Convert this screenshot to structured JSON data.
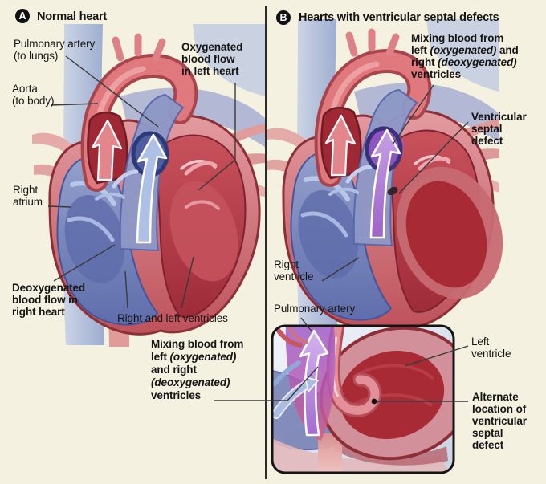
{
  "figure": {
    "background": "#F5F1E0",
    "divider_color": "#2B2B2B"
  },
  "panel_a": {
    "badge": "A",
    "title": "Normal heart",
    "labels": {
      "pulmonary_artery": {
        "l1": "Pulmonary artery",
        "l2": "(to lungs)"
      },
      "aorta": {
        "l1": "Aorta",
        "l2": "(to body)"
      },
      "oxygenated_flow": {
        "l1": "Oxygenated",
        "l2": "blood flow",
        "l3": "in left heart"
      },
      "right_atrium": {
        "l1": "Right",
        "l2": "atrium"
      },
      "deoxygenated_flow": {
        "l1": "Deoxygenated",
        "l2": "blood flow in",
        "l3": "right heart"
      },
      "ventricles": {
        "l1": "Right and left ventricles"
      }
    }
  },
  "panel_b": {
    "badge": "B",
    "title": "Hearts with ventricular septal defects",
    "labels": {
      "mixing_top": {
        "l1": "Mixing blood from",
        "l2a": "left ",
        "l2b": "(oxygenated)",
        "l2c": " and",
        "l3a": "right ",
        "l3b": "(deoxygenated)",
        "l4": "ventricles"
      },
      "vsd": {
        "l1": "Ventricular",
        "l2": "septal",
        "l3": "defect"
      },
      "right_ventricle": {
        "l1": "Right",
        "l2": "ventricle"
      },
      "pulmonary_artery": {
        "l1": "Pulmonary artery"
      },
      "left_ventricle": {
        "l1": "Left",
        "l2": "ventricle"
      },
      "alternate_vsd": {
        "l1": "Alternate",
        "l2": "location of",
        "l3": "ventricular",
        "l4": "septal",
        "l5": "defect"
      }
    },
    "inset_note": {
      "l1": "Mixing blood from",
      "l2a": "left ",
      "l2b": "(oxygenated)",
      "l3": "and right",
      "l4b": "(deoxygenated)",
      "l5": "ventricles"
    }
  },
  "illustration_colors": {
    "heart_wall": "#C95E65",
    "heart_outline": "#8C3038",
    "right_heart_blue": "#7D8BBE",
    "left_heart_red": "#B03A46",
    "vessel_blue_pale": "#BCC7DE",
    "vessel_pink_pale": "#E6ACA9",
    "mixing_purple": "#9B64C4",
    "arrow_outline": "#FFFFFF",
    "inset_background": "#E4E9F2",
    "defect_spot": "#2E1E28",
    "leader_line": "#3A3A3A"
  }
}
